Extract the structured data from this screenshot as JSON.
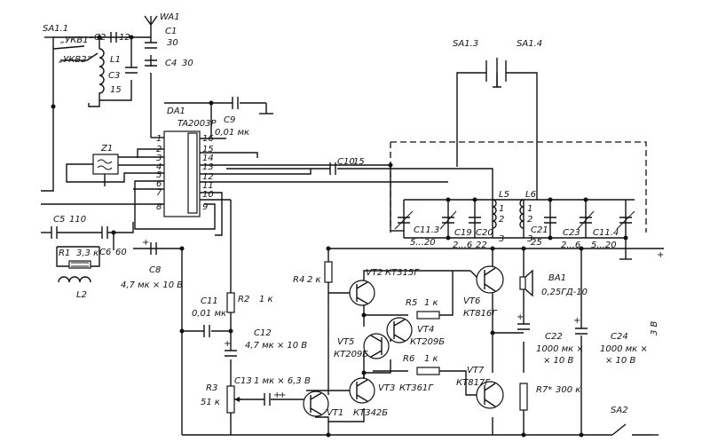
{
  "switches": {
    "sa1_1": "SA1.1",
    "ukv1": "„УКВ1”",
    "ukv2": "„УКВ2”",
    "sa1_3": "SA1.3",
    "sa1_4": "SA1.4",
    "sa2": "SA2"
  },
  "antenna": {
    "wa1": "WA1"
  },
  "capacitors": {
    "c1": "C1",
    "c1_val": "30",
    "c2": "C2",
    "c2_val": "12",
    "c3": "C3",
    "c3_val": "15",
    "c4": "C4",
    "c4_val": "30",
    "c5": "C5",
    "c5_val": "110",
    "c6": "C6",
    "c6_val": "60",
    "c8": "C8",
    "c8_val": "4,7 мк × 10 В",
    "c9": "C9",
    "c9_val": "0,01 мк",
    "c10": "C10",
    "c10_val": "15",
    "c11": "C11",
    "c11_val": "0,01 мк",
    "c12": "C12",
    "c12_val": "4,7 мк × 10 В",
    "c13": "C13",
    "c13_val": "1 мк × 6,3 В",
    "c19": "C19",
    "c19_val": "2...6",
    "c20": "C20",
    "c20_val": "22",
    "c21": "C21",
    "c21_val": "25",
    "c22": "C22",
    "c22_val": "1000 мк ×",
    "c22_val2": "× 10 В",
    "c23": "C23",
    "c23_val": "2...6",
    "c24": "C24",
    "c24_val": "1000 мк ×",
    "c24_val2": "× 10 В",
    "c113": "C11.3",
    "c113_val": "5...20",
    "c114": "C11.4",
    "c114_val": "5...20"
  },
  "inductors": {
    "l1": "L1",
    "l2": "L2",
    "l5": "L5",
    "l6": "L6"
  },
  "resistors": {
    "r1": "R1",
    "r1_val": "3,3 к",
    "r2": "R2",
    "r2_val": "1 к",
    "r3": "R3",
    "r3_val": "51 к",
    "r4": "R4",
    "r4_val": "2 к",
    "r5": "R5",
    "r5_val": "1 к",
    "r6": "R6",
    "r6_val": "1 к",
    "r7": "R7*",
    "r7_val": "300 к"
  },
  "ic": {
    "name": "DA1",
    "part": "TA2003P",
    "z1": "Z1"
  },
  "pins_left": [
    "1",
    "2",
    "3",
    "4",
    "5",
    "6",
    "7",
    "8"
  ],
  "pins_right": [
    "16",
    "15",
    "14",
    "13",
    "12",
    "11",
    "10",
    "9"
  ],
  "coil_pins": {
    "p1": "1",
    "p2": "2",
    "p3": "3"
  },
  "transistors": {
    "vt1": "VT1",
    "vt1_type": "КТ342Б",
    "vt2": "VT2",
    "vt2_type": "КТ315Г",
    "vt3": "VT3",
    "vt3_type": "КТ361Г",
    "vt4": "VT4",
    "vt4_type": "КТ209Б",
    "vt5": "VT5",
    "vt5_type": "КТ209Б",
    "vt6": "VT6",
    "vt6_type": "КТ816Г",
    "vt7": "VT7",
    "vt7_type": "КТ817Г"
  },
  "speaker": {
    "name": "BA1",
    "val": "0,25ГД-10"
  },
  "supply": {
    "voltage": "3 В",
    "plus": "+"
  },
  "polarity": {
    "plus": "+"
  }
}
